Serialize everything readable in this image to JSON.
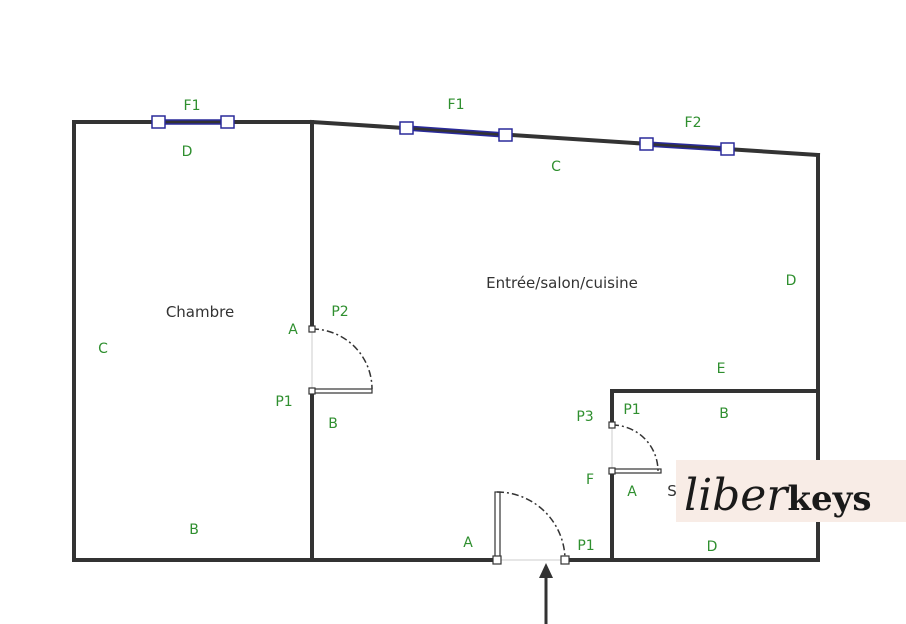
{
  "rooms": {
    "chambre": "Chambre",
    "sejour": "Entrée/salon/cuisine",
    "petite_piece_partial": "S"
  },
  "wall_labels": {
    "chambre_top": "D",
    "chambre_left": "C",
    "chambre_bottom": "B",
    "chambre_door_a": "A",
    "chambre_door_p1": "P1",
    "chambre_door_p2": "P2",
    "chambre_door_b": "B",
    "sejour_top": "C",
    "sejour_right": "D",
    "room_top": "E",
    "entrance_a": "A",
    "entrance_p1": "P1",
    "room_p3": "P3",
    "room_p1": "P1",
    "room_b": "B",
    "room_f": "F",
    "room_a": "A",
    "room_d": "D"
  },
  "windows": {
    "chambre_window": "F1",
    "sejour_window_1": "F1",
    "sejour_window_2": "F2"
  },
  "logo": {
    "part1": "liber",
    "part2": "keys"
  },
  "colors": {
    "wall": "#333333",
    "window": "#2a2a9a",
    "label": "#2f8f2f",
    "logo_band": "#f8ece6"
  }
}
